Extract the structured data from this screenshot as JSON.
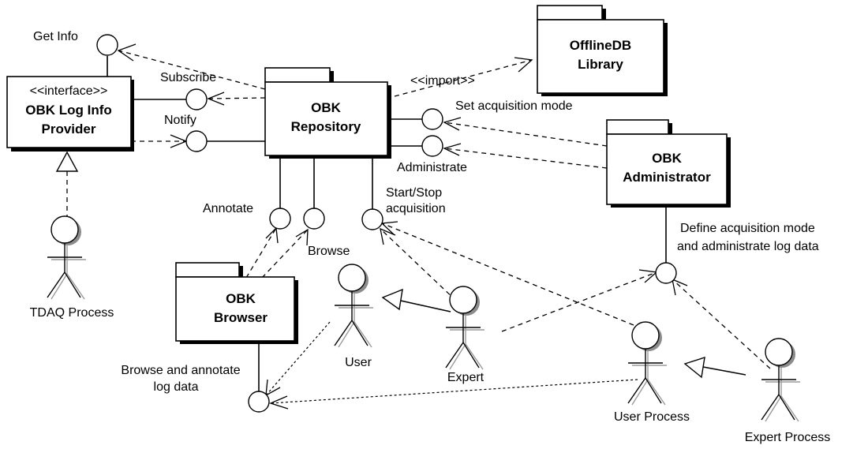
{
  "components": {
    "log_info_provider": {
      "stereotype": "<<interface>>",
      "line1": "OBK Log Info",
      "line2": "Provider"
    },
    "repository": {
      "line1": "OBK",
      "line2": "Repository"
    },
    "offline_db": {
      "line1": "OfflineDB",
      "line2": "Library"
    },
    "administrator": {
      "line1": "OBK",
      "line2": "Administrator"
    },
    "browser": {
      "line1": "OBK",
      "line2": "Browser"
    }
  },
  "interfaces": {
    "get_info": "Get Info",
    "subscribe": "Subscribe",
    "notify": "Notify",
    "set_acquisition_mode": "Set acquisition mode",
    "administrate": "Administrate",
    "annotate": "Annotate",
    "browse": "Browse",
    "start_stop_line1": "Start/Stop",
    "start_stop_line2": "acquisition",
    "define_line1": "Define acquisition mode",
    "define_line2": "and administrate log data",
    "browse_annotate_line1": "Browse and annotate",
    "browse_annotate_line2": "log data"
  },
  "relations": {
    "import": "<<import>>"
  },
  "actors": {
    "tdaq_process": "TDAQ Process",
    "user": "User",
    "expert": "Expert",
    "user_process": "User Process",
    "expert_process": "Expert Process"
  }
}
